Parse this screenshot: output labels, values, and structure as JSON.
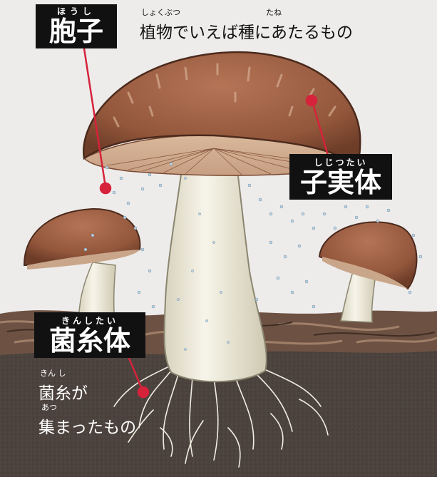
{
  "labels": {
    "spore": {
      "text": "胞子",
      "ruby": "ほうし"
    },
    "fruiting_body": {
      "text": "子実体",
      "ruby": "しじつたい"
    },
    "mycelium_body": {
      "text": "菌糸体",
      "ruby": "きんしたい"
    }
  },
  "spore_note": {
    "line": "植物でいえば種にあたるもの",
    "ruby_plant": "しょくぶつ",
    "ruby_seed": "たね"
  },
  "mycelium_note": {
    "line1": "菌糸が",
    "line2": "集まったもの",
    "ruby_line1": "きん し",
    "ruby_line2": "あつ"
  },
  "colors": {
    "leader": "#d6223b",
    "cap": "#9a5a3d",
    "stem": "#f2efe2",
    "soil": "#4a403b",
    "label_bg": "#111111"
  }
}
